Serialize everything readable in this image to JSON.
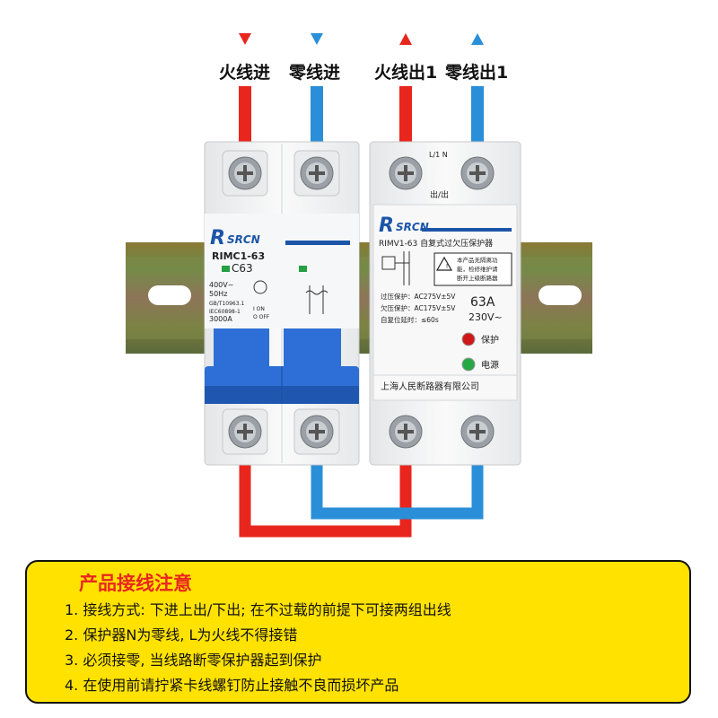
{
  "labels": {
    "live_in": "火线进",
    "neutral_in": "零线进",
    "live_out": "火线出1",
    "neutral_out": "零线出1"
  },
  "colors": {
    "live": "#e8261e",
    "neutral": "#2a8fd8",
    "note_bg": "#ffe200",
    "breaker_handle": "#2d6fd6",
    "brand": "#1c55a8"
  },
  "breaker": {
    "brand": "SRCN",
    "model": "RIMC1-63",
    "rating": "C63",
    "specs": [
      "400V~",
      "50Hz",
      "GB/T10963.1",
      "IEC60898-1",
      "3000A"
    ],
    "switch_on": "I ON",
    "switch_off": "O OFF"
  },
  "protector": {
    "brand": "SRCN",
    "model": "RIMV1-63 自复式过欠压保护器",
    "warning": [
      "本产品无隔离功",
      "能，检修维护请",
      "断开上级断路器"
    ],
    "over_voltage": "过压保护：AC275V±5V",
    "under_voltage": "欠压保护：AC175V±5V",
    "reset_delay": "自复位延时：≤60s",
    "current": "63A",
    "voltage": "230V~",
    "led_protect": "保护",
    "led_power": "电源",
    "maker": "上海人民断路器有限公司",
    "top_terminal_label": "L/1   N",
    "out_mark": "出/出"
  },
  "notes": {
    "title": "产品接线注意",
    "items": [
      "1. 接线方式: 下进上出/下出; 在不过载的前提下可接两组出线",
      "2. 保护器N为零线, L为火线不得接错",
      "3. 必须接零, 当线路断零保护器起到保护",
      "4. 在使用前请拧紧卡线螺钉防止接触不良而损坏产品"
    ]
  }
}
